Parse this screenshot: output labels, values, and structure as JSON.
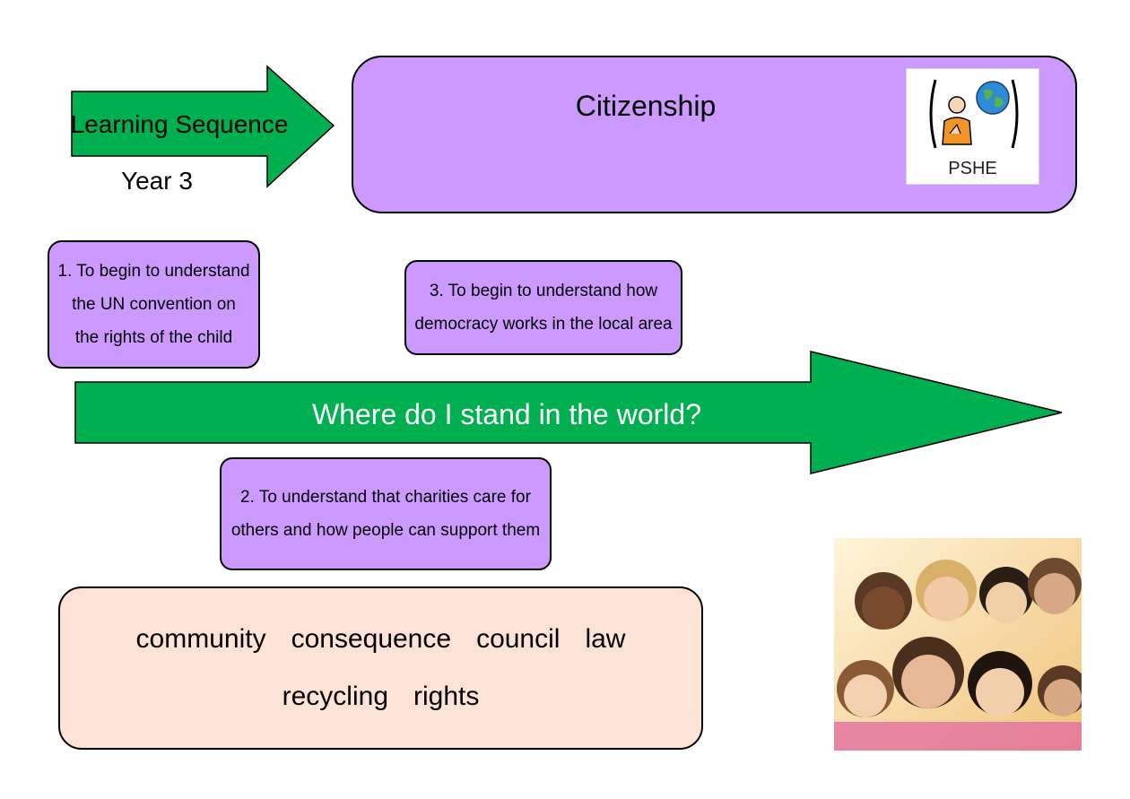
{
  "header": {
    "arrow_label": "Learning Sequence",
    "year": "Year 3"
  },
  "topic": {
    "title": "Citizenship",
    "badge_label": "PSHE"
  },
  "objectives": [
    {
      "lines": [
        "1. To begin to understand",
        "the UN convention on",
        "the rights of the child"
      ]
    },
    {
      "lines": [
        "2. To understand that charities care for",
        "others and how people can support them"
      ]
    },
    {
      "lines": [
        "3. To begin to understand how",
        "democracy works in the local area"
      ]
    }
  ],
  "main_arrow": {
    "label": "Where do I stand in the world?"
  },
  "vocabulary": {
    "row1": [
      "community",
      "consequence",
      "council",
      "law"
    ],
    "row2": [
      "recycling",
      "rights"
    ]
  },
  "colors": {
    "green": "#00b050",
    "purple": "#cc99ff",
    "peach": "#fde3d6"
  },
  "icons": [
    "pshe-symbol-icon",
    "globe-icon",
    "children-photo"
  ]
}
